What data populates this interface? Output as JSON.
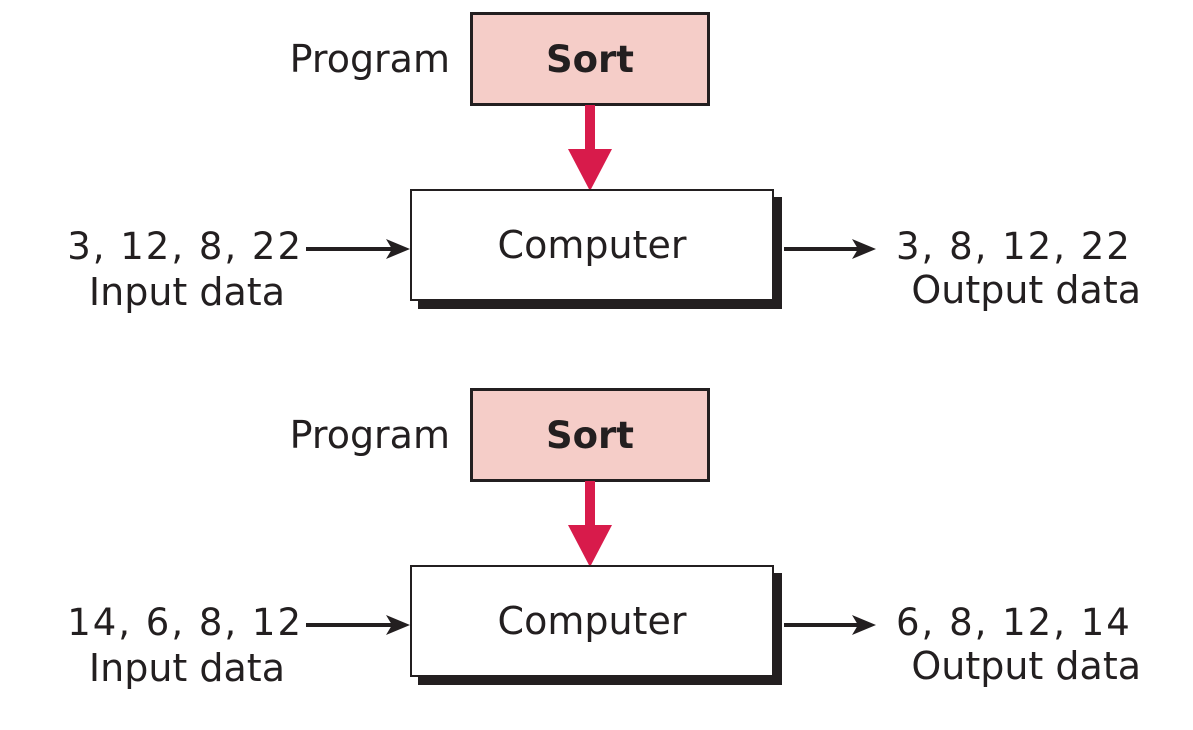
{
  "colors": {
    "program_box_fill": "#f5cdc8",
    "program_arrow": "#d81b4b",
    "ink": "#231f20"
  },
  "diagrams": [
    {
      "program_label": "Program",
      "program_name": "Sort",
      "computer_label": "Computer",
      "input_values": "3, 12, 8, 22",
      "input_caption": "Input data",
      "output_values": "3, 8, 12, 22",
      "output_caption": "Output data"
    },
    {
      "program_label": "Program",
      "program_name": "Sort",
      "computer_label": "Computer",
      "input_values": "14, 6, 8, 12",
      "input_caption": "Input data",
      "output_values": "6, 8, 12, 14",
      "output_caption": "Output data"
    }
  ]
}
